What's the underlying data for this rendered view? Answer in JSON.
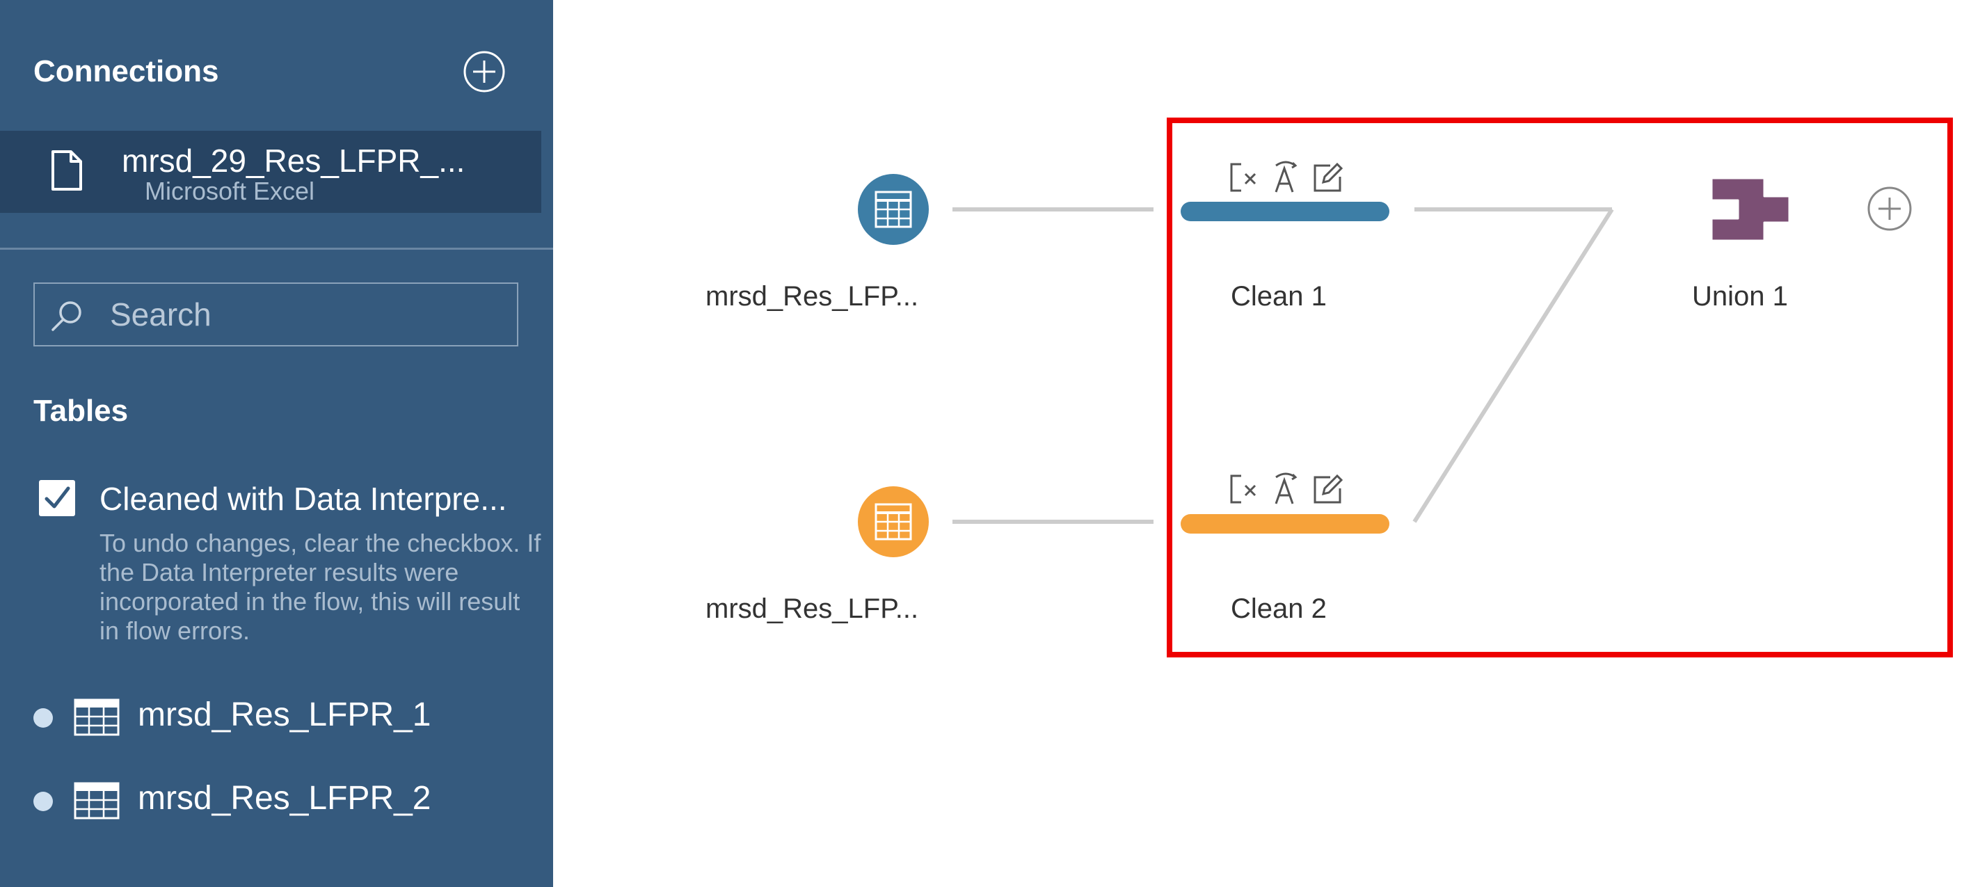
{
  "sidebar": {
    "connections_title": "Connections",
    "connection": {
      "name": "mrsd_29_Res_LFPR_...",
      "type": "Microsoft Excel"
    },
    "search": {
      "placeholder": "Search",
      "value": ""
    },
    "tables_title": "Tables",
    "interpreter": {
      "checked": true,
      "label": "Cleaned with Data Interpre...",
      "help": "To undo changes, clear the checkbox. If the Data Interpreter results were incorporated in the flow, this will result in flow errors."
    },
    "tables": [
      {
        "label": "mrsd_Res_LFPR_1"
      },
      {
        "label": "mrsd_Res_LFPR_2"
      }
    ]
  },
  "flow": {
    "inputs": [
      {
        "label": "mrsd_Res_LFP...",
        "color": "#3d7ea6"
      },
      {
        "label": "mrsd_Res_LFP...",
        "color": "#f6a23a"
      }
    ],
    "steps": [
      {
        "label": "Clean 1",
        "color": "#3d7ea6"
      },
      {
        "label": "Clean 2",
        "color": "#f6a23a"
      }
    ],
    "union": {
      "label": "Union 1",
      "color": "#7b4f74"
    },
    "line_color": "#cccccc",
    "highlight_color": "#ee0000"
  }
}
